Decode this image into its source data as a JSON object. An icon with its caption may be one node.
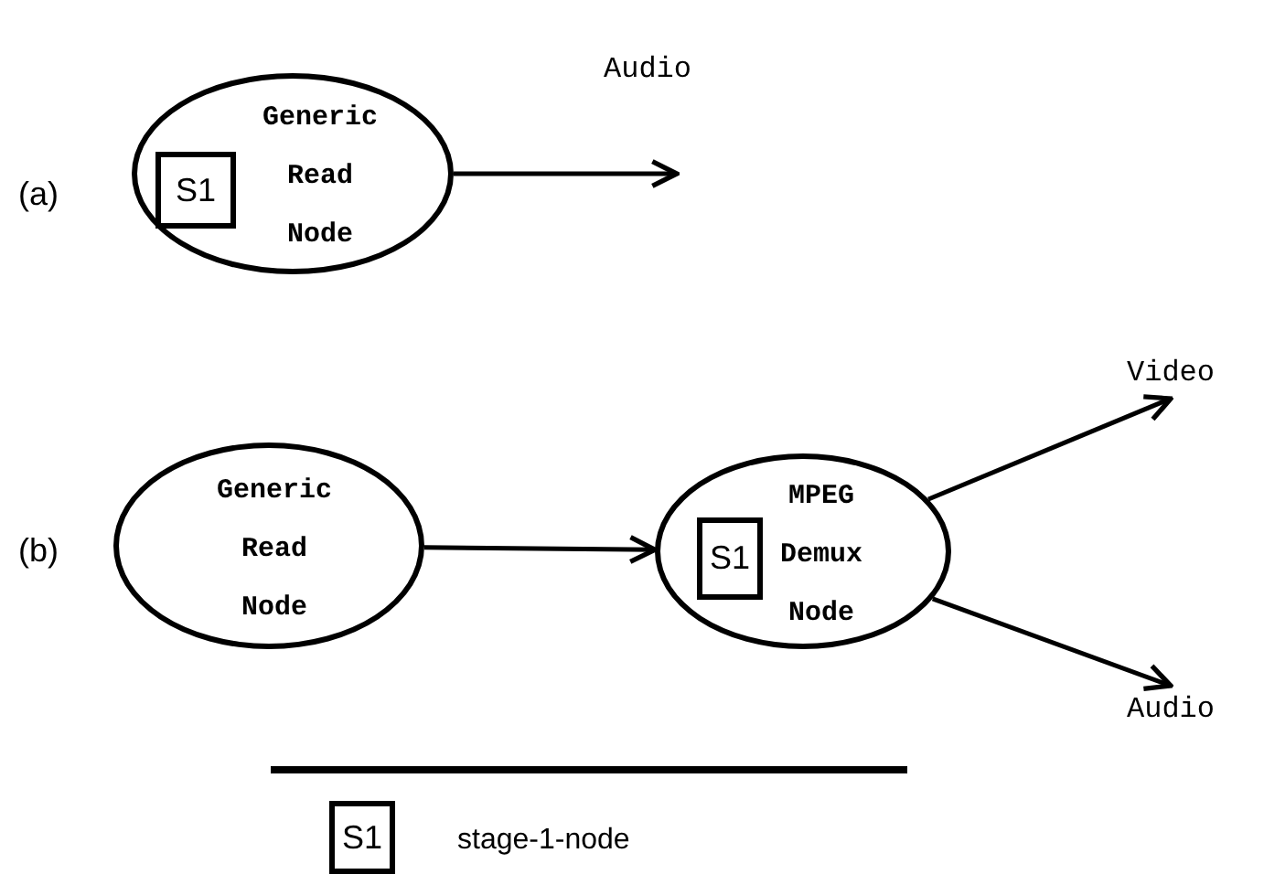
{
  "diagram": {
    "nodes": [
      {
        "text": [
          "Generic Read Node"
        ]
      },
      {
        "text": [
          "S1"
        ],
        "in": 0
      },
      {
        "text": [
          "Generic Read Node"
        ]
      },
      {
        "text": [
          "MPEG Demux Node"
        ]
      },
      {
        "text": [
          "S1"
        ],
        "in": 3
      },
      {
        "text": [
          "S1"
        ],
        "beside": [
          "stage-1-node"
        ]
      }
    ],
    "edges": [
      {
        "from": 0,
        "to": null,
        "arrow": "to",
        "label": "Audio"
      },
      {
        "from": 2,
        "to": 3,
        "arrow": "to"
      },
      {
        "from": 3,
        "to": null,
        "arrow": "to",
        "label": "Video"
      },
      {
        "from": 3,
        "to": null,
        "arrow": "to",
        "label": "Audio"
      }
    ],
    "labels": [
      "(a)",
      "(b)"
    ]
  }
}
